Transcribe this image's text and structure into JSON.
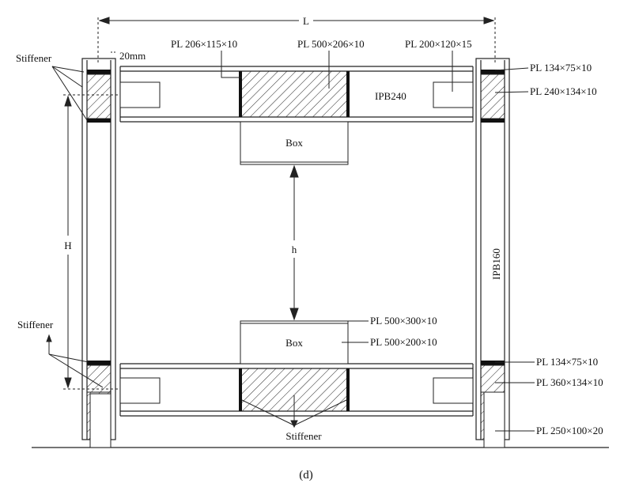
{
  "dimensions": {
    "span": "L",
    "height": "H",
    "clear_height": "h",
    "gap": "20mm"
  },
  "labels": {
    "stiffener_top_left": "Stiffener",
    "stiffener_bottom_left": "Stiffener",
    "stiffener_bottom_center": "Stiffener",
    "plate_206x115x10": "PL 206×115×10",
    "plate_500x206x10": "PL 500×206×10",
    "plate_200x120x15": "PL 200×120×15",
    "plate_134x75x10_top": "PL 134×75×10",
    "plate_240x134x10": "PL 240×134×10",
    "plate_500x300x10": "PL 500×300×10",
    "plate_500x200x10": "PL 500×200×10",
    "plate_134x75x10_bottom": "PL 134×75×10",
    "plate_360x134x10": "PL 360×134×10",
    "plate_250x100x20": "PL 250×100×20",
    "beam_section": "IPB240",
    "column_section": "IPB160",
    "box_top": "Box",
    "box_bottom": "Box"
  },
  "caption": "(d)"
}
